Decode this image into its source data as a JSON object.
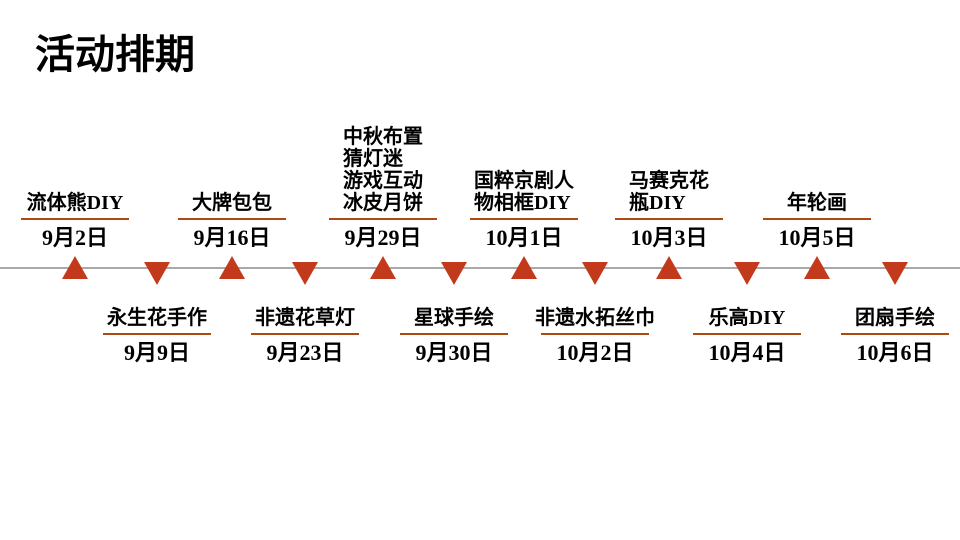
{
  "title": "活动排期",
  "colors": {
    "triangle_marker": "#C23A1B",
    "label_underline": "#AC4A12",
    "timeline_line": "#A9A9A9",
    "text": "#000000",
    "background": "#FFFFFF"
  },
  "timeline": {
    "above": [
      {
        "label": "流体熊DIY",
        "date": "9月2日"
      },
      {
        "label": "大牌包包",
        "date": "9月16日"
      },
      {
        "label": "中秋布置\n猜灯迷\n游戏互动\n冰皮月饼",
        "date": "9月29日"
      },
      {
        "label": "国粹京剧人\n物相框DIY",
        "date": "10月1日"
      },
      {
        "label": "马赛克花\n瓶DIY",
        "date": "10月3日"
      },
      {
        "label": "年轮画",
        "date": "10月5日"
      }
    ],
    "below": [
      {
        "label": "永生花手作",
        "date": "9月9日"
      },
      {
        "label": "非遗花草灯",
        "date": "9月23日"
      },
      {
        "label": "星球手绘",
        "date": "9月30日"
      },
      {
        "label": "非遗水拓丝巾",
        "date": "10月2日"
      },
      {
        "label": "乐高DIY",
        "date": "10月4日"
      },
      {
        "label": "团扇手绘",
        "date": "10月6日"
      }
    ]
  }
}
